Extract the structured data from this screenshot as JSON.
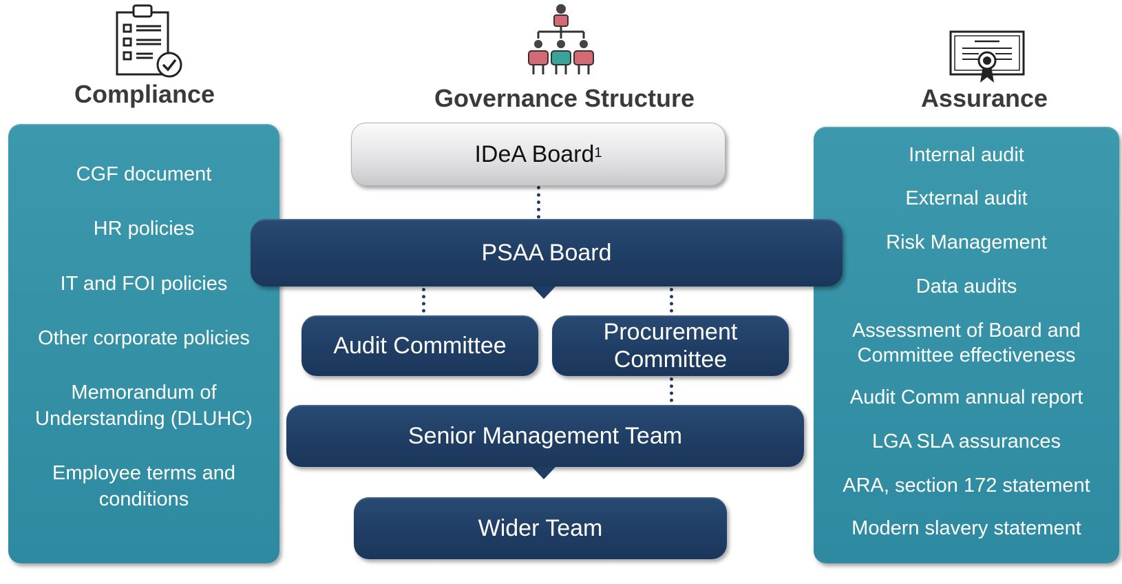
{
  "compliance": {
    "title": "Compliance",
    "icon": "clipboard-checklist-icon",
    "items": [
      "CGF document",
      "HR policies",
      "IT and FOI policies",
      "Other corporate policies",
      "Memorandum of Understanding (DLUHC)",
      "Employee terms and conditions"
    ]
  },
  "governance": {
    "title": "Governance Structure",
    "icon": "org-hierarchy-icon",
    "idea_board": {
      "label": "IDeA Board",
      "sup": "1"
    },
    "psaa_board": "PSAA Board",
    "audit_committee": "Audit Committee",
    "procurement_committee": "Procurement Committee",
    "senior_management_team": "Senior Management Team",
    "wider_team": "Wider Team"
  },
  "assurance": {
    "title": "Assurance",
    "icon": "certificate-icon",
    "items": [
      "Internal audit",
      "External audit",
      "Risk Management",
      "Data audits",
      "Assessment of Board and Committee effectiveness",
      "Audit Comm annual report",
      "LGA SLA assurances",
      "ARA, section 172 statement",
      "Modern slavery statement"
    ]
  },
  "colors": {
    "teal_panel": "#2e8aa0",
    "navy_box": "#1f3d63",
    "heading_text": "#3a3a3a"
  }
}
